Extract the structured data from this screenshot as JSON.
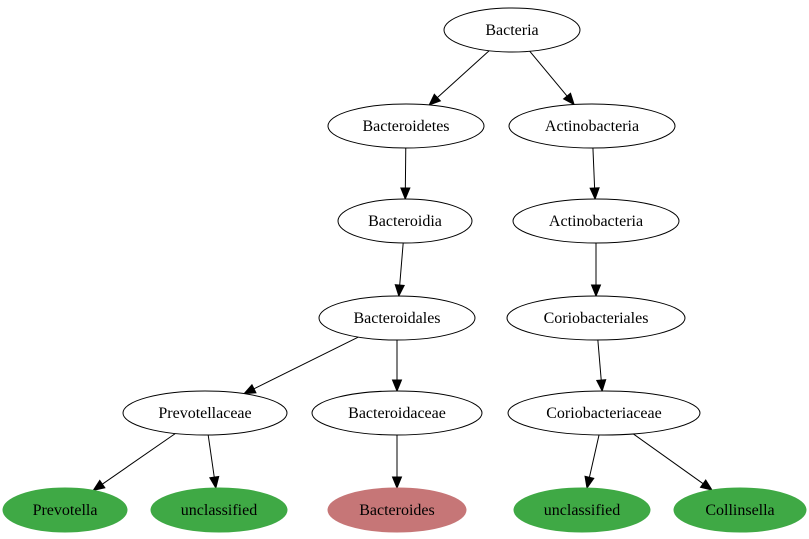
{
  "diagram": {
    "nodes": [
      {
        "id": "bacteria",
        "label": "Bacteria",
        "fill": "#ffffff",
        "outline": true
      },
      {
        "id": "bacteroidetes",
        "label": "Bacteroidetes",
        "fill": "#ffffff",
        "outline": true
      },
      {
        "id": "actinobacteria_phylum",
        "label": "Actinobacteria",
        "fill": "#ffffff",
        "outline": true
      },
      {
        "id": "bacteroidia",
        "label": "Bacteroidia",
        "fill": "#ffffff",
        "outline": true
      },
      {
        "id": "actinobacteria_class",
        "label": "Actinobacteria",
        "fill": "#ffffff",
        "outline": true
      },
      {
        "id": "bacteroidales",
        "label": "Bacteroidales",
        "fill": "#ffffff",
        "outline": true
      },
      {
        "id": "coriobacteriales",
        "label": "Coriobacteriales",
        "fill": "#ffffff",
        "outline": true
      },
      {
        "id": "prevotellaceae",
        "label": "Prevotellaceae",
        "fill": "#ffffff",
        "outline": true
      },
      {
        "id": "bacteroidaceae",
        "label": "Bacteroidaceae",
        "fill": "#ffffff",
        "outline": true
      },
      {
        "id": "coriobacteriaceae",
        "label": "Coriobacteriaceae",
        "fill": "#ffffff",
        "outline": true
      },
      {
        "id": "prevotella",
        "label": "Prevotella",
        "fill": "#3fa945",
        "outline": false
      },
      {
        "id": "unclassified_prevotellaceae",
        "label": "unclassified",
        "fill": "#3fa945",
        "outline": false
      },
      {
        "id": "bacteroides",
        "label": "Bacteroides",
        "fill": "#c67677",
        "outline": false
      },
      {
        "id": "unclassified_coriobacteriaceae",
        "label": "unclassified",
        "fill": "#3fa945",
        "outline": false
      },
      {
        "id": "collinsella",
        "label": "Collinsella",
        "fill": "#3fa945",
        "outline": false
      }
    ],
    "edges": [
      {
        "from": "bacteria",
        "to": "bacteroidetes"
      },
      {
        "from": "bacteria",
        "to": "actinobacteria_phylum"
      },
      {
        "from": "bacteroidetes",
        "to": "bacteroidia"
      },
      {
        "from": "actinobacteria_phylum",
        "to": "actinobacteria_class"
      },
      {
        "from": "bacteroidia",
        "to": "bacteroidales"
      },
      {
        "from": "actinobacteria_class",
        "to": "coriobacteriales"
      },
      {
        "from": "bacteroidales",
        "to": "prevotellaceae"
      },
      {
        "from": "bacteroidales",
        "to": "bacteroidaceae"
      },
      {
        "from": "coriobacteriales",
        "to": "coriobacteriaceae"
      },
      {
        "from": "prevotellaceae",
        "to": "prevotella"
      },
      {
        "from": "prevotellaceae",
        "to": "unclassified_prevotellaceae"
      },
      {
        "from": "bacteroidaceae",
        "to": "bacteroides"
      },
      {
        "from": "coriobacteriaceae",
        "to": "unclassified_coriobacteriaceae"
      },
      {
        "from": "coriobacteriaceae",
        "to": "collinsella"
      }
    ]
  }
}
